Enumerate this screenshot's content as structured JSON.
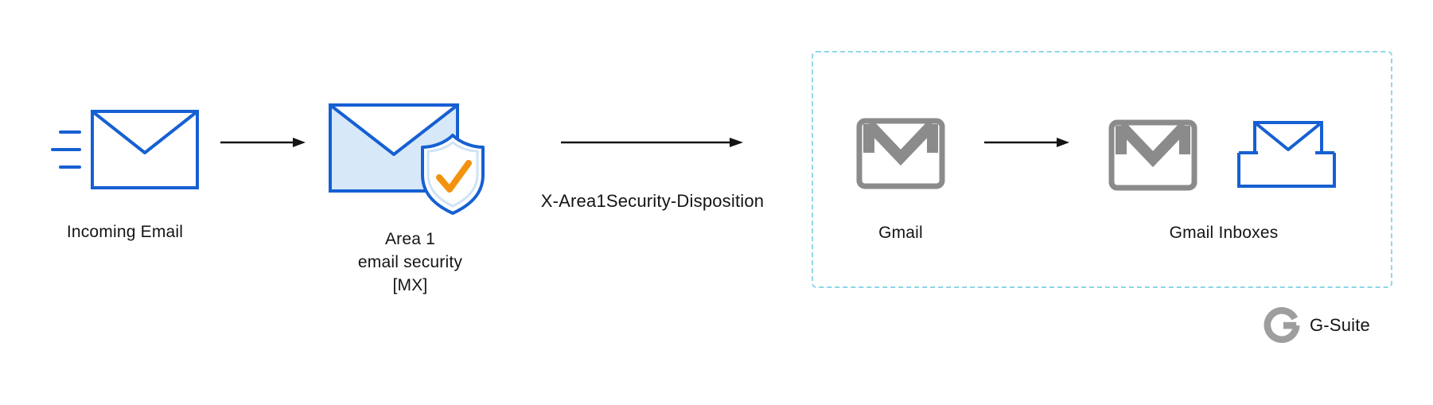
{
  "diagram": {
    "incoming": {
      "label": "Incoming Email"
    },
    "area1": {
      "line1": "Area 1",
      "line2": "email security",
      "line3": "[MX]"
    },
    "disposition": {
      "label": "X-Area1Security-Disposition"
    },
    "gmail": {
      "label": "Gmail"
    },
    "gmail_inboxes": {
      "label": "Gmail Inboxes"
    },
    "footer": {
      "label": "G-Suite"
    },
    "icons": {
      "incoming": "speed-lines-envelope-icon",
      "area1": "envelope-with-shield-check-icon",
      "gmail": "gmail-m-envelope-icon",
      "inbox": "envelope-in-inbox-tray-icon",
      "gsuite": "google-g-logo"
    },
    "colors": {
      "envelope_blue": "#1660d2",
      "envelope_fill_light_blue": "#d7e8f9",
      "shield_check_orange": "#f2920f",
      "gmail_gray": "#8b8b8b",
      "boundary_cyan_dashed": "#8ed7e9",
      "arrow_black": "#141414",
      "gsuite_logo_gray": "#9e9e9e",
      "text": "#141414",
      "background": "#ffffff"
    }
  }
}
